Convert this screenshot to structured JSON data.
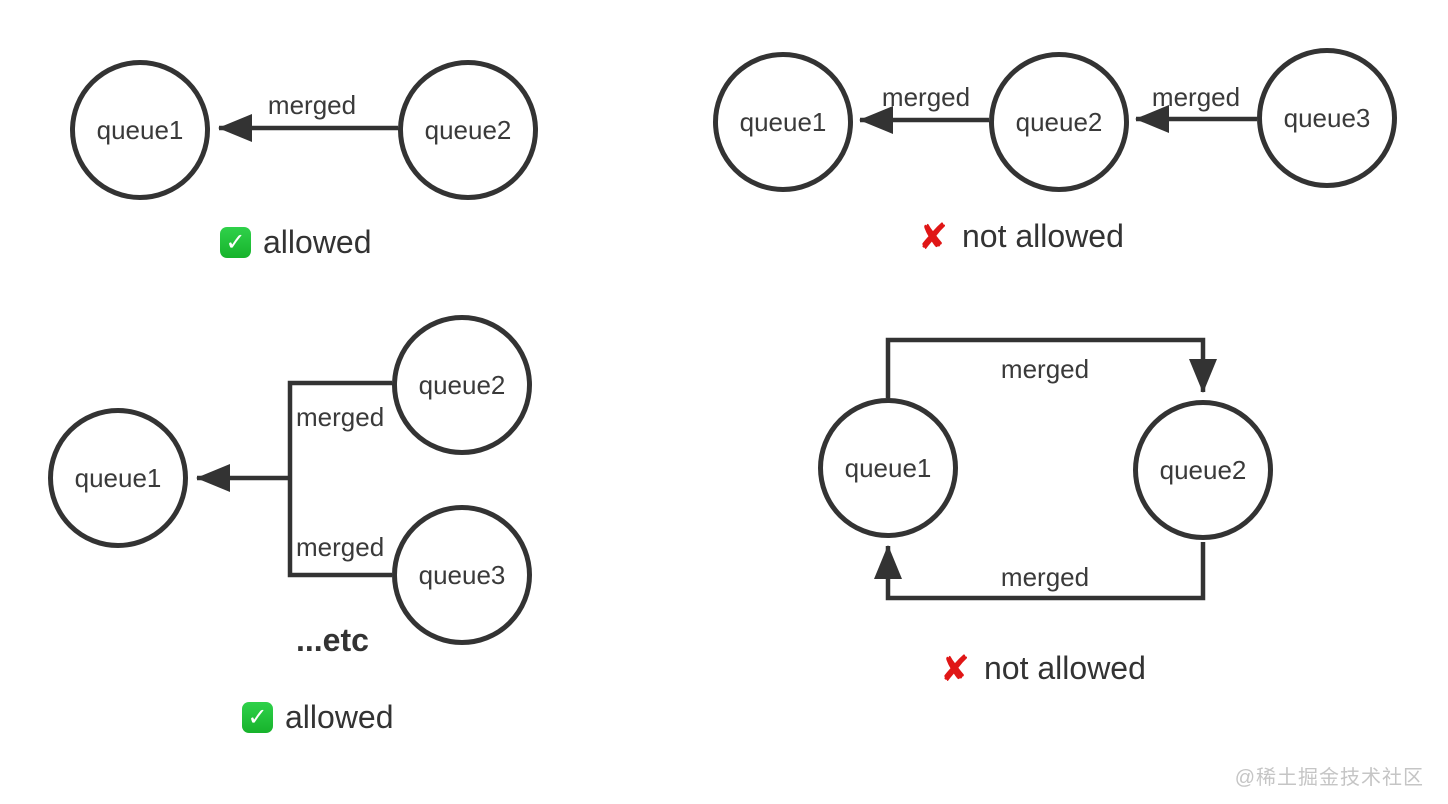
{
  "colors": {
    "stroke": "#333333",
    "text": "#3a3a3a",
    "allowed_green": "#1fc52f",
    "not_allowed_red": "#e01616",
    "watermark_gray": "#c5c5c5"
  },
  "icons": {
    "check": "✓",
    "cross": "✘"
  },
  "diagrams": [
    {
      "id": "single-merge",
      "nodes": [
        {
          "label": "queue1"
        },
        {
          "label": "queue2"
        }
      ],
      "edges": [
        {
          "label": "merged",
          "from": "queue2",
          "to": "queue1"
        }
      ],
      "status": {
        "icon": "check",
        "label": "allowed"
      }
    },
    {
      "id": "chain-merge",
      "nodes": [
        {
          "label": "queue1"
        },
        {
          "label": "queue2"
        },
        {
          "label": "queue3"
        }
      ],
      "edges": [
        {
          "label": "merged",
          "from": "queue2",
          "to": "queue1"
        },
        {
          "label": "merged",
          "from": "queue3",
          "to": "queue2"
        }
      ],
      "status": {
        "icon": "cross",
        "label": "not allowed"
      }
    },
    {
      "id": "fan-in-merge",
      "nodes": [
        {
          "label": "queue1"
        },
        {
          "label": "queue2"
        },
        {
          "label": "queue3"
        }
      ],
      "edges": [
        {
          "label": "merged",
          "from": "queue2",
          "to": "queue1"
        },
        {
          "label": "merged",
          "from": "queue3",
          "to": "queue1"
        }
      ],
      "note": "...etc",
      "status": {
        "icon": "check",
        "label": "allowed"
      }
    },
    {
      "id": "cycle-merge",
      "nodes": [
        {
          "label": "queue1"
        },
        {
          "label": "queue2"
        }
      ],
      "edges": [
        {
          "label": "merged",
          "from": "queue1",
          "to": "queue2"
        },
        {
          "label": "merged",
          "from": "queue2",
          "to": "queue1"
        }
      ],
      "status": {
        "icon": "cross",
        "label": "not allowed"
      }
    }
  ],
  "watermark": "@稀土掘金技术社区"
}
